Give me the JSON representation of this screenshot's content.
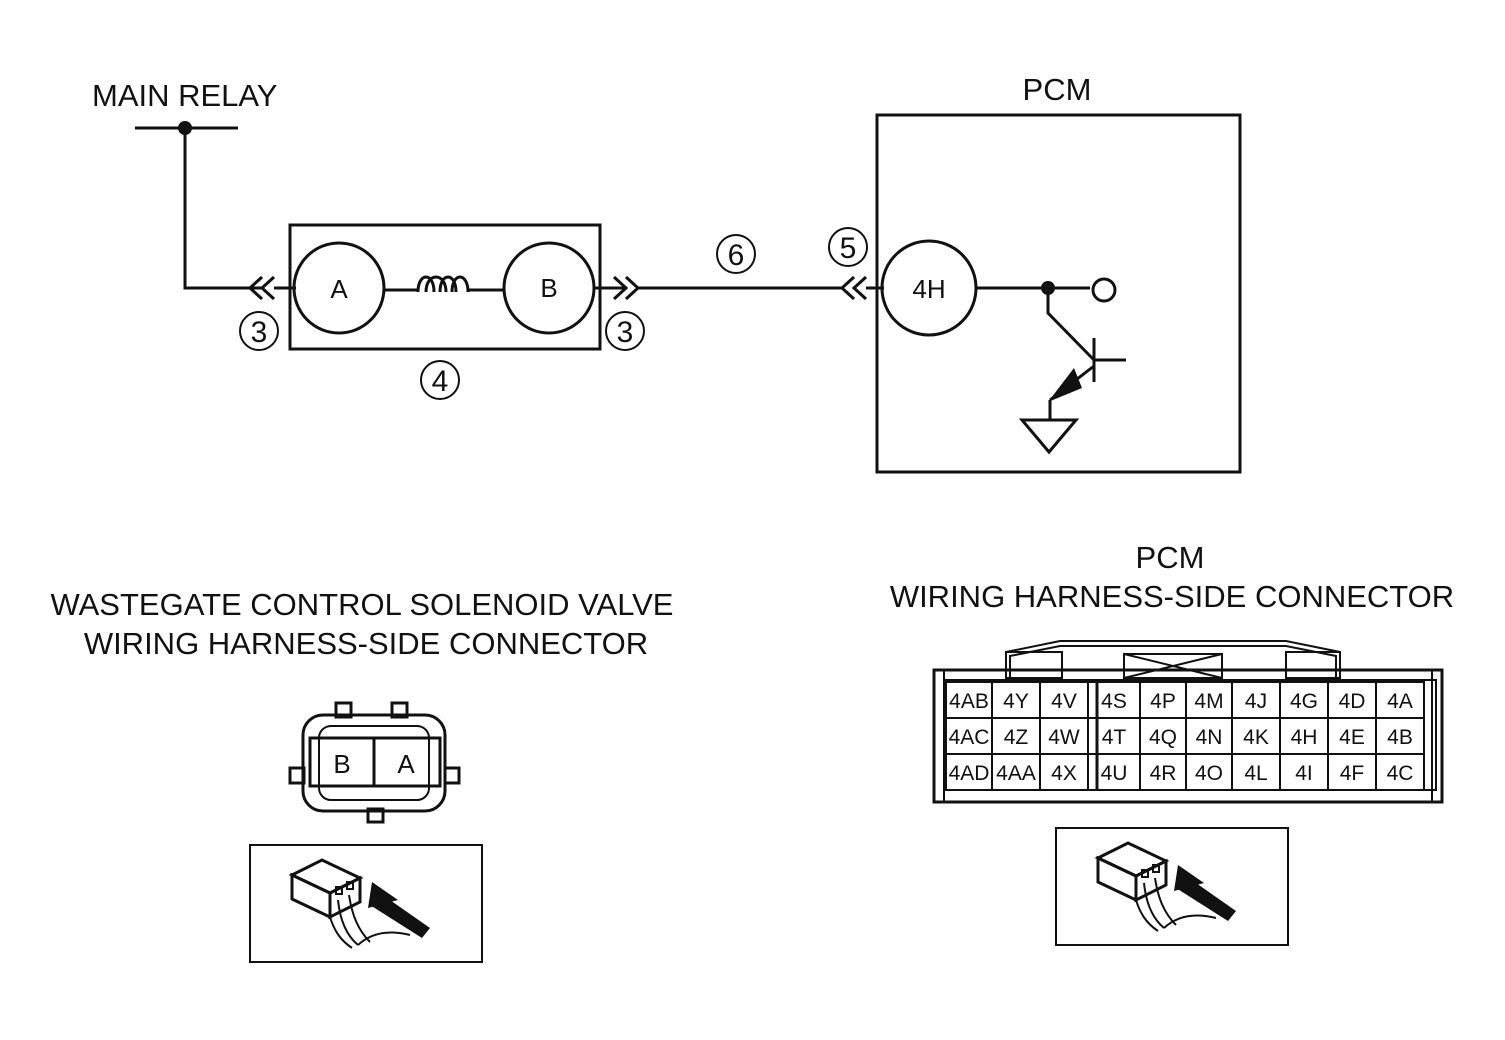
{
  "wiring_diagram": {
    "main_relay_label": "MAIN RELAY",
    "pcm_label": "PCM",
    "solenoid_terminal_a": "A",
    "solenoid_terminal_b": "B",
    "pcm_terminal": "4H",
    "callouts": {
      "left_connector": "3",
      "right_connector": "3",
      "solenoid": "4",
      "pcm_connector": "5",
      "wire": "6"
    }
  },
  "solenoid_connector": {
    "title_line1": "WASTEGATE CONTROL SOLENOID VALVE",
    "title_line2": "WIRING HARNESS-SIDE CONNECTOR",
    "pins": [
      "B",
      "A"
    ]
  },
  "pcm_connector": {
    "title_line1": "PCM",
    "title_line2": "WIRING HARNESS-SIDE CONNECTOR",
    "rows": [
      [
        "4AB",
        "4Y",
        "4V",
        "4S",
        "4P",
        "4M",
        "4J",
        "4G",
        "4D",
        "4A"
      ],
      [
        "4AC",
        "4Z",
        "4W",
        "4T",
        "4Q",
        "4N",
        "4K",
        "4H",
        "4E",
        "4B"
      ],
      [
        "4AD",
        "4AA",
        "4X",
        "4U",
        "4R",
        "4O",
        "4L",
        "4I",
        "4F",
        "4C"
      ]
    ]
  },
  "colors": {
    "ink": "#111111",
    "background": "#ffffff"
  }
}
